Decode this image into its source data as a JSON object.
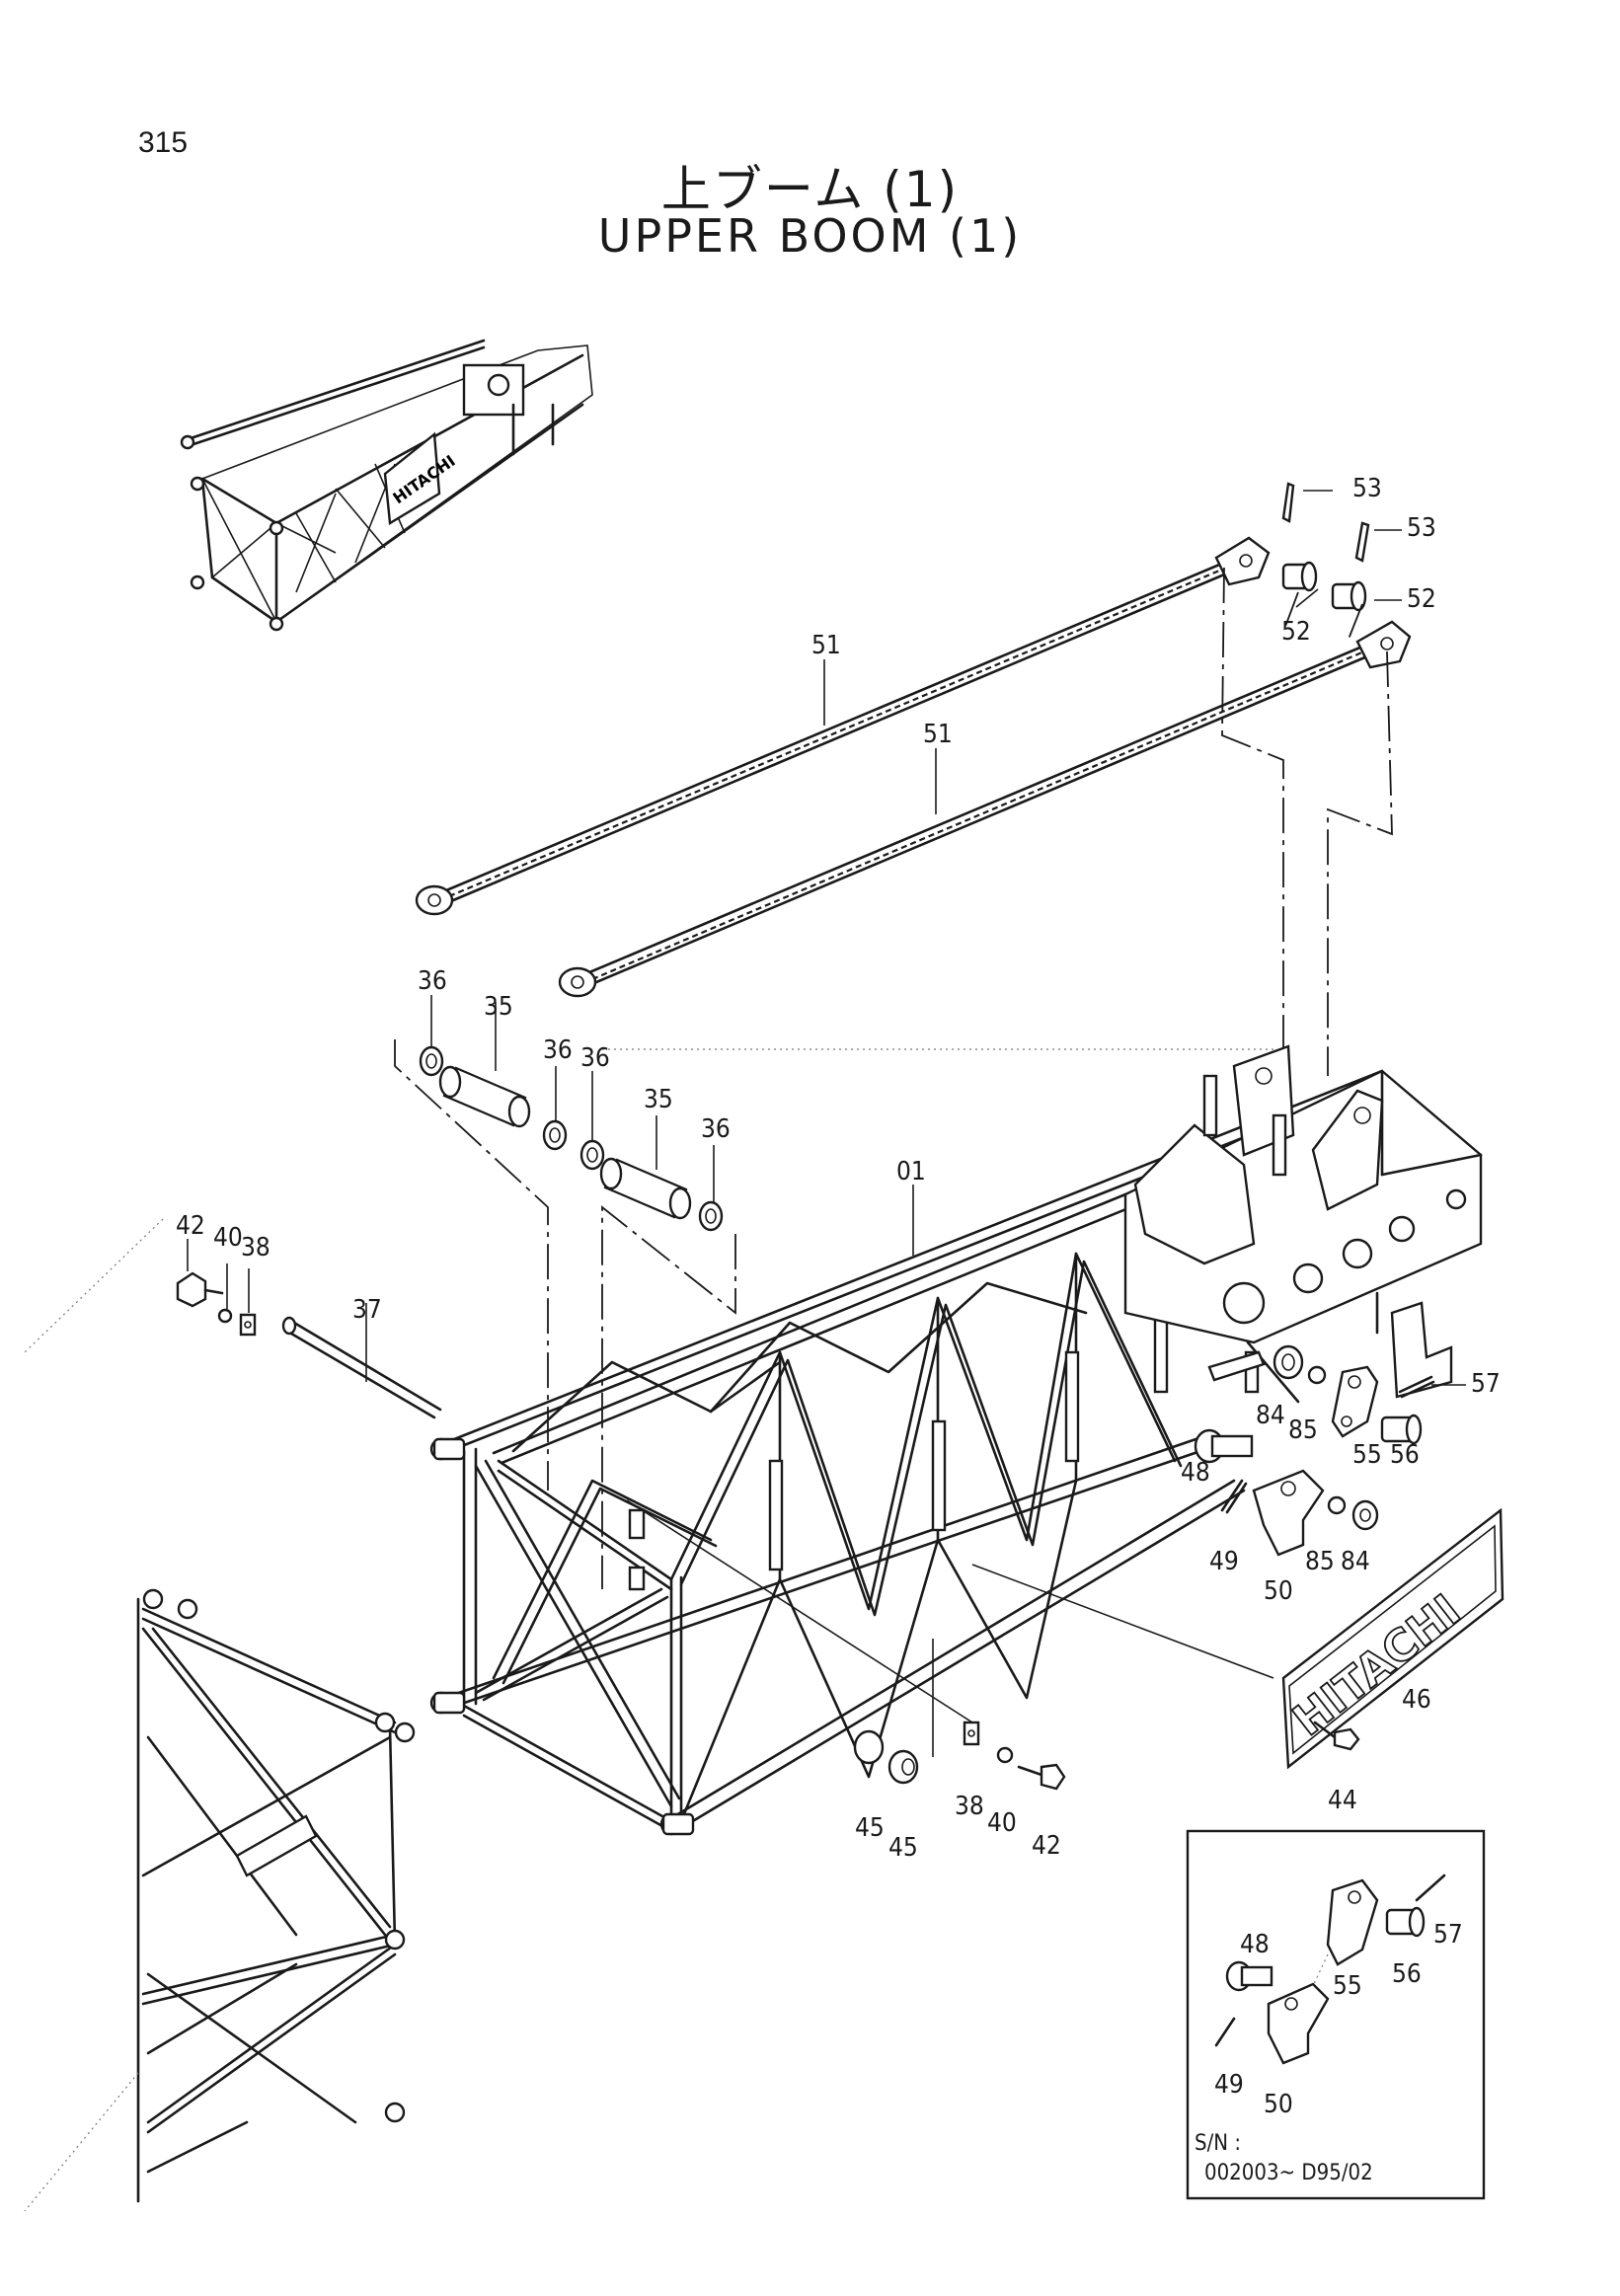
{
  "page_number": "315",
  "title_jp": "上ブーム (1)",
  "title_en": "UPPER BOOM (1)",
  "nameplate_text": "HITACHI",
  "labels": {
    "p01": "01",
    "p35a": "35",
    "p35b": "35",
    "p36a": "36",
    "p36b": "36",
    "p36c": "36",
    "p36d": "36",
    "p37": "37",
    "p38a": "38",
    "p38b": "38",
    "p40a": "40",
    "p40b": "40",
    "p42a": "42",
    "p42b": "42",
    "p44": "44",
    "p45a": "45",
    "p45b": "45",
    "p46": "46",
    "p48": "48",
    "p49": "49",
    "p50": "50",
    "p51a": "51",
    "p51b": "51",
    "p52a": "52",
    "p52b": "52",
    "p53a": "53",
    "p53b": "53",
    "p55": "55",
    "p56": "56",
    "p57": "57",
    "p84a": "84",
    "p84b": "84",
    "p85a": "85",
    "p85b": "85"
  },
  "inset": {
    "labels": {
      "p48": "48",
      "p49": "49",
      "p50": "50",
      "p55": "55",
      "p56": "56",
      "p57": "57"
    },
    "serial_label": "S/N :",
    "serial_range": "002003~ D95/02"
  }
}
